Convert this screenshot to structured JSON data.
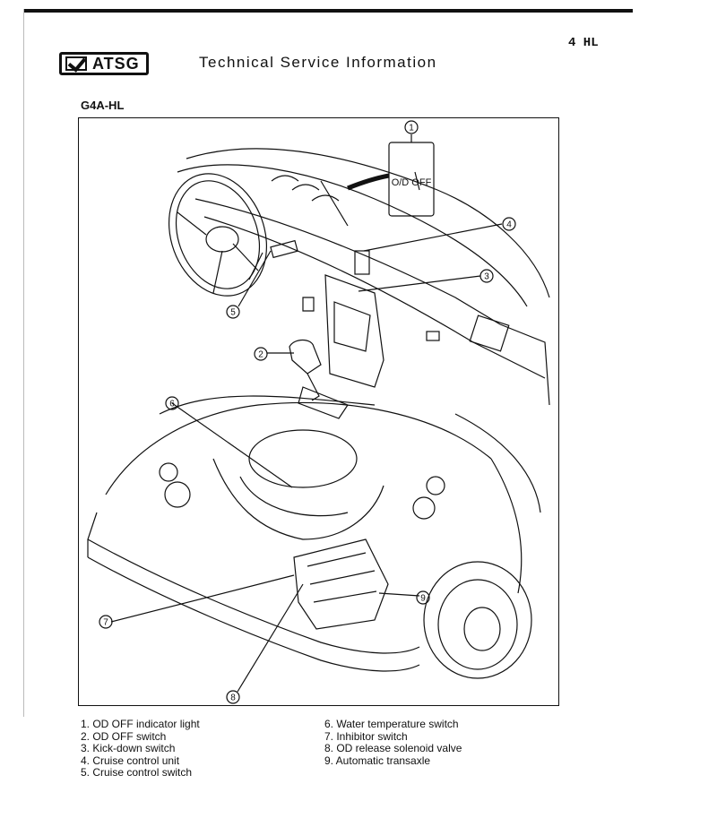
{
  "header": {
    "logo_text": "ATSG",
    "title": "Technical Service Information",
    "page_number": "4 HL"
  },
  "section_label": "G4A-HL",
  "figure": {
    "indicator_text": "O/D OFF",
    "callouts": [
      "1",
      "2",
      "3",
      "4",
      "5",
      "6",
      "7",
      "8",
      "9"
    ]
  },
  "legend": {
    "left": [
      "1. OD OFF indicator light",
      "2. OD OFF switch",
      "3. Kick-down switch",
      "4. Cruise control unit",
      "5. Cruise control switch"
    ],
    "right": [
      "6. Water temperature switch",
      "7. Inhibitor switch",
      "8. OD release solenoid valve",
      "9. Automatic transaxle"
    ]
  }
}
